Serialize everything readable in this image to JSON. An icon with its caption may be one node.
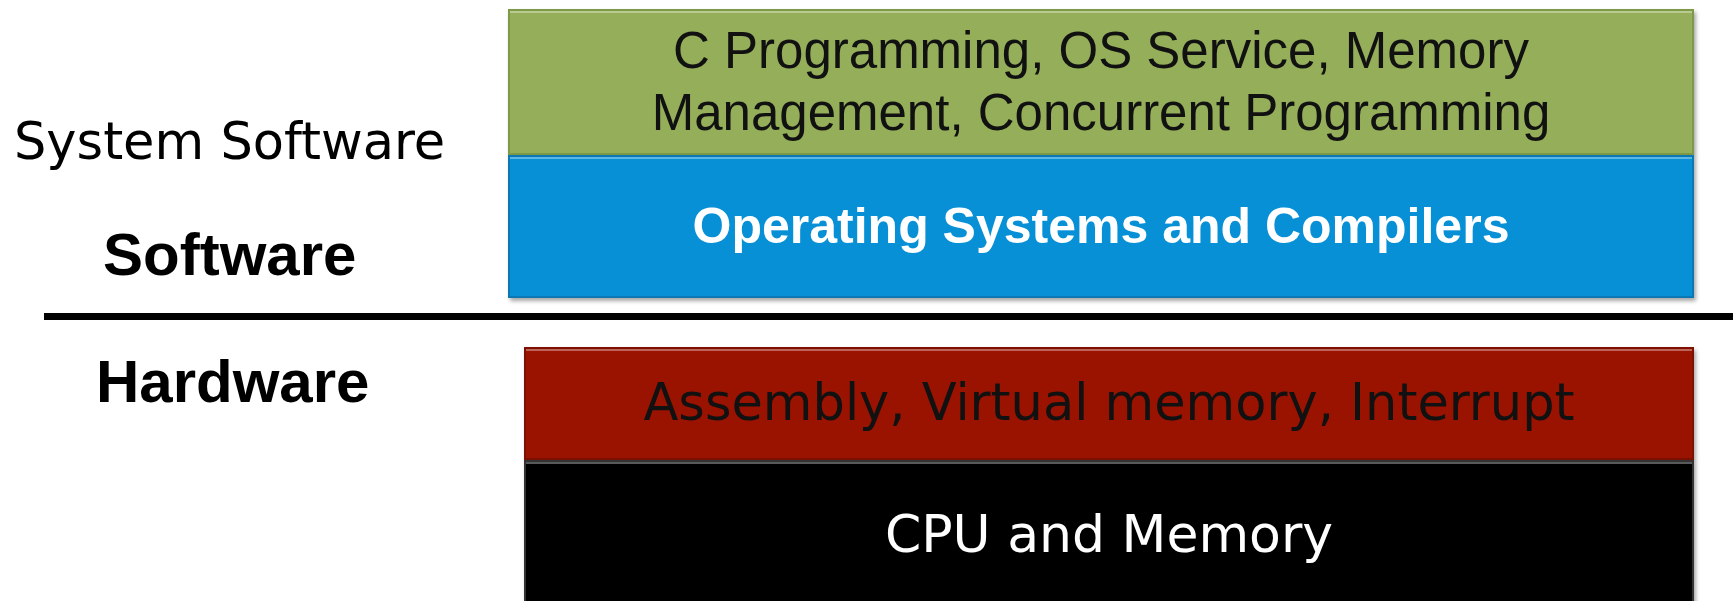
{
  "diagram": {
    "nodes": [
      {
        "text": [
          "C Programming, OS Service, Memory Management, Concurrent Programming"
        ]
      },
      {
        "text": [
          "Operating Systems and Compilers"
        ]
      },
      {
        "text": [
          "Assembly, Virtual memory, Interrupt"
        ]
      },
      {
        "text": [
          "CPU and Memory"
        ]
      }
    ],
    "labels": [
      "System Software",
      "Software",
      "Hardware"
    ]
  }
}
